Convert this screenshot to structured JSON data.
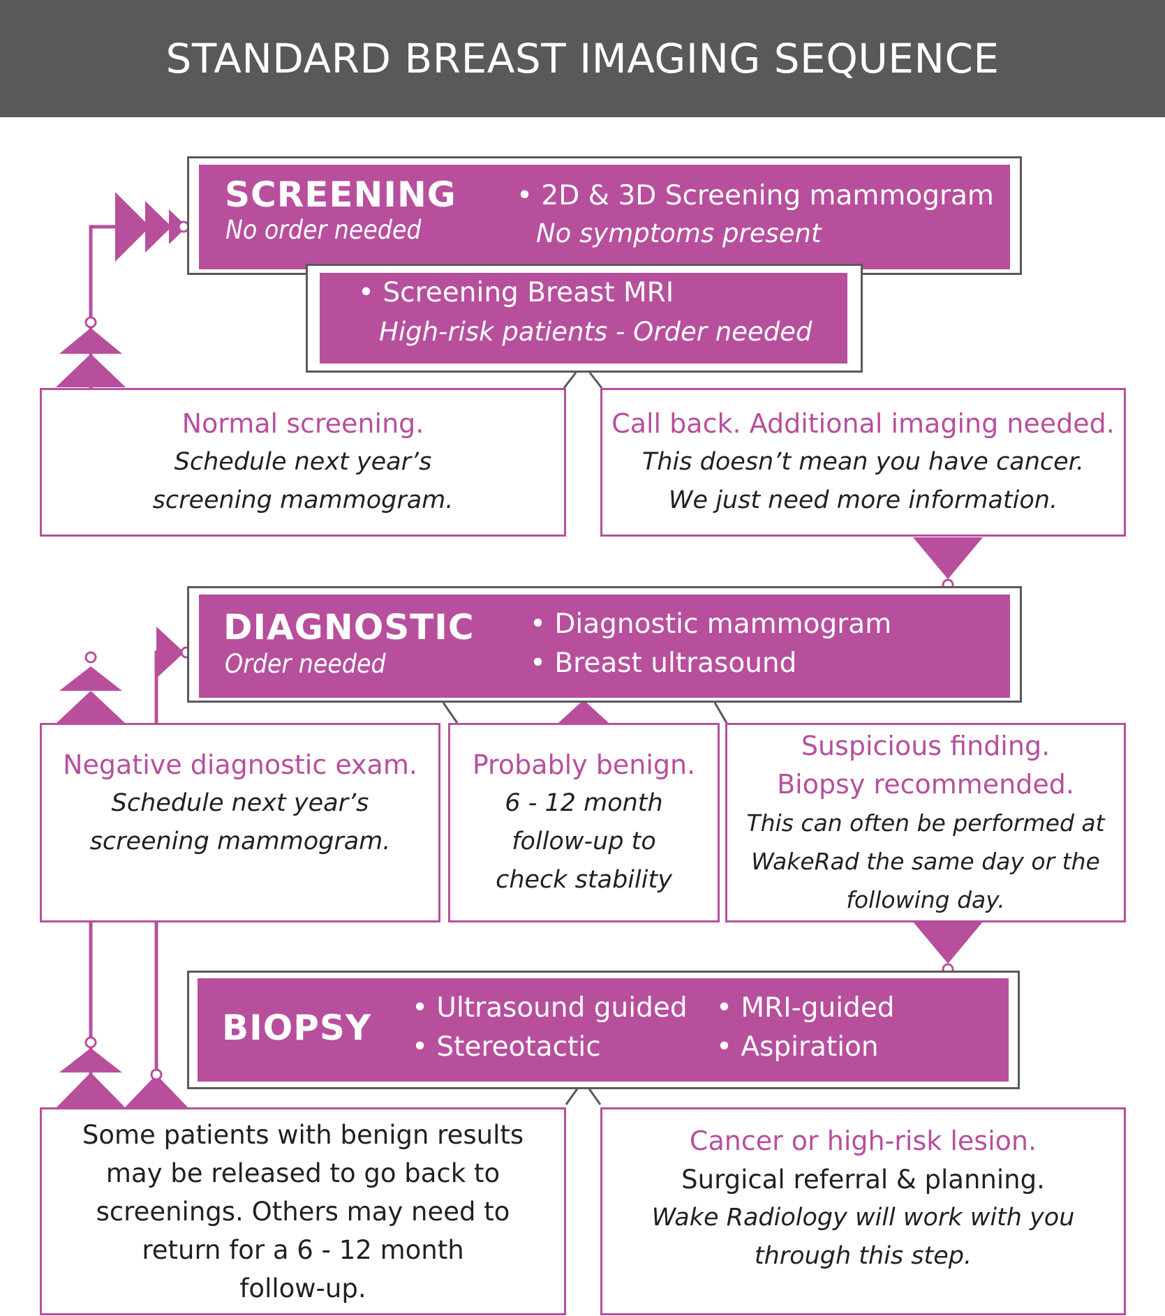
{
  "header": {
    "title": "STANDARD BREAST IMAGING SEQUENCE"
  },
  "colors": {
    "accent": "#b74f9d",
    "frame": "#58595b",
    "header_bg": "#58595b",
    "text": "#231f20"
  },
  "screening": {
    "title": "SCREENING",
    "subtitle": "No order needed",
    "bullet1": "• 2D & 3D Screening mammogram",
    "bullet1_note": "No symptoms present",
    "mri_bullet": "• Screening Breast MRI",
    "mri_note": "High-risk patients - Order needed"
  },
  "normal_screening": {
    "heading": "Normal screening.",
    "line1": "Schedule next year’s",
    "line2": "screening mammogram."
  },
  "call_back": {
    "heading": "Call back. Additional imaging needed.",
    "line1": "This doesn’t mean you have cancer.",
    "line2": "We just need more information."
  },
  "diagnostic": {
    "title": "DIAGNOSTIC",
    "subtitle": "Order needed",
    "bullet1": "• Diagnostic mammogram",
    "bullet2": "• Breast ultrasound"
  },
  "negative_diagnostic": {
    "heading": "Negative diagnostic exam.",
    "line1": "Schedule next year’s",
    "line2": "screening mammogram."
  },
  "probably_benign": {
    "heading": "Probably benign.",
    "line1": "6 - 12 month",
    "line2": "follow-up to",
    "line3": "check stability"
  },
  "suspicious": {
    "heading1": "Suspicious finding.",
    "heading2": "Biopsy recommended.",
    "line1": "This can often be performed at",
    "line2": "WakeRad the same day or the",
    "line3": "following day."
  },
  "biopsy": {
    "title": "BIOPSY",
    "bullet1": "• Ultrasound guided",
    "bullet2": "• Stereotactic",
    "bullet3": "• MRI-guided",
    "bullet4": "• Aspiration"
  },
  "benign_results": {
    "line1": "Some patients with benign results",
    "line2": "may be released to go back to",
    "line3": "screenings. Others may need to",
    "line4": "return for a 6 - 12 month",
    "line5": "follow-up."
  },
  "cancer": {
    "heading": "Cancer or high-risk lesion.",
    "line1": "Surgical referral & planning.",
    "line2": "Wake Radiology will work with you",
    "line3": "through this step."
  }
}
